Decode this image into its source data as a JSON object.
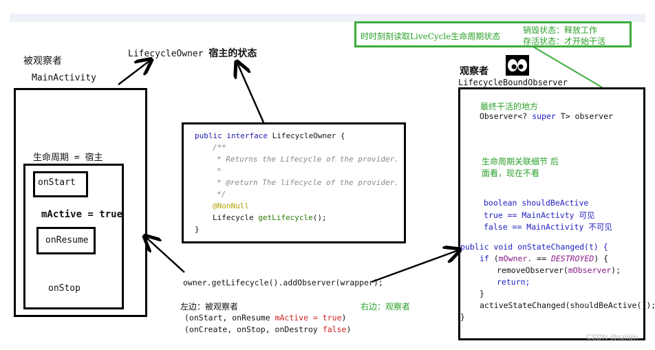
{
  "left": {
    "observed_label": "被观察者",
    "main_activity": "MainActivity",
    "lifecycle_host": "生命周期 = 宿主",
    "on_start": "onStart",
    "m_active": "mActive = true",
    "on_resume": "onResume",
    "on_stop": "onStop"
  },
  "top": {
    "owner_title_code": "LifecycleOwner",
    "owner_title_text": "宿主的状态",
    "green_box_left": "时时刻刻读取LiveCycle生命周期状态",
    "destroy_state": "销毁状态：释放工作",
    "alive_state": "存活状态：才开始干活"
  },
  "code_box": {
    "line1_kw": "public interface",
    "line1_rest": "LifecycleOwner {",
    "c1": "/**",
    "c2": "* Returns the Lifecycle of the provider.",
    "c3": "*",
    "c4": "* @return The lifecycle of the provider.",
    "c5": "*/",
    "annotation": "@NonNull",
    "method_type": "Lifecycle",
    "method_name": "getLifecycle",
    "method_tail": "();",
    "close": "}"
  },
  "middle": {
    "add_observer": "owner.getLifecycle().addObserver(wrapper);",
    "left_side": "左边：被观察者",
    "left_line1_a": "(onStart, onResume",
    "left_line1_b": "mActive = true",
    "left_line1_c": ")",
    "left_line2_a": "(onCreate, onStop, onDestroy",
    "left_line2_b": "false",
    "left_line2_c": ")",
    "right_side": "右边：观察者"
  },
  "right": {
    "observer_label": "观察者",
    "bound_observer": "LifecycleBoundObserver",
    "work_place": "最终干活的地方",
    "observer_field_a": "Observer<?",
    "observer_field_kw": "super",
    "observer_field_b": "T>",
    "observer_field_c": "observer",
    "detail_1": "生命周期关联细节 后",
    "detail_2": "面看，现在不看",
    "should_be_active": "boolean shouldBeActive",
    "true_line": "true == MainActivty 可见",
    "false_line": "false == MainActivity 不可见",
    "state_changed_kw": "public void",
    "state_changed": "onStateChanged(t) {",
    "if_kw": "if",
    "if_a": "(",
    "if_owner": "mOwner.",
    "if_b": "==",
    "if_destroyed": "DESTROYED",
    "if_c": ") {",
    "remove_a": "removeObserver(",
    "remove_arg": "mObserver",
    "remove_b": ");",
    "return_kw": "return;",
    "close_inner": "}",
    "active_changed": "activeStateChanged(shouldBeActive());",
    "close_outer": "}"
  },
  "watermark": "CSDN @sziitjin"
}
